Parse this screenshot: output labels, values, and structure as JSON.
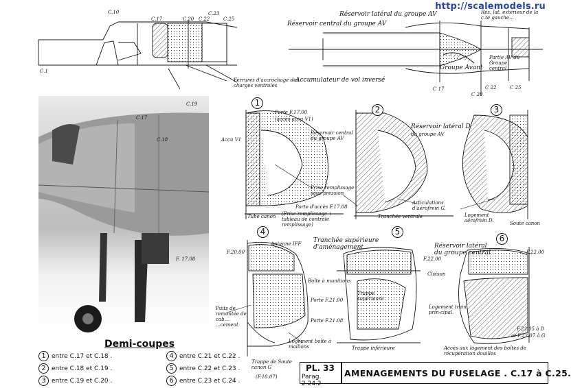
{
  "watermark": "http://scalemodels.ru",
  "top_left_frames": [
    "C.10",
    "C.17",
    "C.20",
    "C.23",
    "C.22",
    "C.25",
    "C.1"
  ],
  "top_left_notes": [
    "Ferrures d'accrochage des charges ventrales",
    "Accumulateur de vol inversé"
  ],
  "top_right_notes": {
    "res_lateral": "Réservoir latéral du groupe AV",
    "res_central": "Réservoir central du groupe AV",
    "res_lateral_ext": "Rés. lat. extérieur de la c.te gauche...",
    "groupe_avant": "Groupe Avant",
    "partie_av": "Partie AV du Groupe central",
    "c17": "C 17",
    "c20": "C 20",
    "c22": "C 22",
    "c25": "C 25"
  },
  "photo": {
    "c19": "C.19",
    "c17": "C.17",
    "c18": "C.18",
    "f1708": "F. 17.08"
  },
  "sections": [
    {
      "num": "1",
      "labels": {
        "porte": "Porte F.17.00",
        "porte_sub": "(accès accu V1)",
        "accu": "Accu V1",
        "res": "Réservoir central du groupe AV",
        "prise": "Prise remplissage sous pression",
        "porte_acces": "Porte d'accès F.17.08",
        "porte_acces_sub": "(Prise remplissage + tableau de contrôle remplissage)",
        "tube": "Tube canon"
      }
    },
    {
      "num": "2",
      "labels": {
        "articulations": "Articulations d'aérofrein G.",
        "tranchee": "Tranchée ventrale"
      }
    },
    {
      "num": "3",
      "labels": {
        "res_lat": "Réservoir latéral D",
        "res_lat_sub": "du groupe AV",
        "logement": "Logement aérofrein D.",
        "soute": "Soute canon"
      }
    },
    {
      "num": "4",
      "labels": {
        "antenne": "Antenne IFF",
        "f20": "F.20.00",
        "boite": "Boîte à munitions",
        "porte_f2100": "Porte F.21.00",
        "puits": "Puits de remontée de cab... ...cement",
        "porte_f2108": "Porte F.21.08",
        "logement": "Logement boîte à maillons",
        "trappe": "Trappe de Soute canon G",
        "trappe_sub": "(F.18.07)"
      }
    },
    {
      "num": "5",
      "labels": {
        "tranchee": "Tranchée supérieure d'aménagement",
        "trappe_sup": "Trappe supérieure",
        "trappe_inf": "Trappe inférieure"
      }
    },
    {
      "num": "6",
      "labels": {
        "res_lat": "Réservoir latéral du groupe central",
        "f2200": "F.22.00",
        "f2200b": "F.22.00",
        "cloison": "Cloison",
        "logement": "Logement train prin-cipal.",
        "f2305": "F.23.05 à D",
        "f2305b": "et F.23.07 à G",
        "acces": "Accès aux logement des boîtes de récupération douilles"
      }
    }
  ],
  "legend": {
    "title": "Demi-coupes",
    "items": [
      {
        "num": "1",
        "text": "entre C.17 et C.18 ."
      },
      {
        "num": "2",
        "text": "entre C.18 et C.19 ."
      },
      {
        "num": "3",
        "text": "entre C.19 et C.20 ."
      },
      {
        "num": "4",
        "text": "entre C.21 et C.22 ."
      },
      {
        "num": "5",
        "text": "entre C.22 et C.23 ."
      },
      {
        "num": "6",
        "text": "entre C.23 et C.24 ."
      }
    ]
  },
  "plate": {
    "number": "PL. 33",
    "paragraph": "Parag. 2.24.2"
  },
  "title": "AMENAGEMENTS DU FUSELAGE . C.17 à C.25."
}
